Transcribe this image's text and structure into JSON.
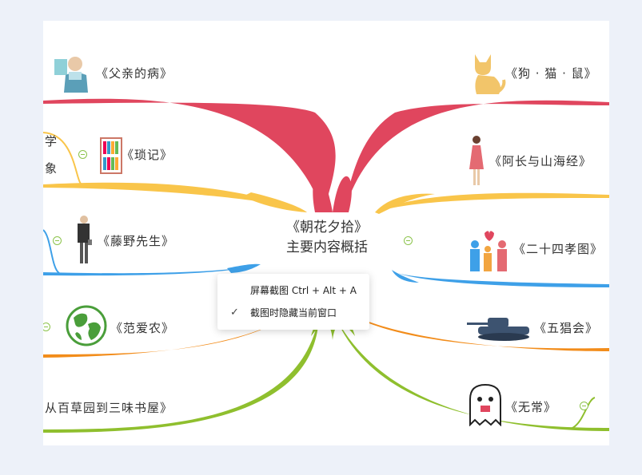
{
  "mindmap": {
    "center_line1": "《朝花夕拾》",
    "center_line2": "主要内容概括",
    "branches": {
      "fuqin": "《父亲的病》",
      "suoji": "《琐记》",
      "tengye": "《藤野先生》",
      "fanainong": "《范爱农》",
      "baicaoyuan": "从百草园到三味书屋》",
      "goumaoshu": "《狗 · 猫 · 鼠》",
      "achang": "《阿长与山海经》",
      "ershisi": "《二十四孝图》",
      "wuchanghui": "《五猖会》",
      "wuchang": "《无常》"
    },
    "left_fragment_1": "学",
    "left_fragment_2": "象",
    "colors": {
      "red": "#e0465e",
      "yellow": "#f9c54a",
      "blue": "#3ea0e8",
      "orange": "#f28c1a",
      "green": "#8fbf2e"
    }
  },
  "context_menu": {
    "item1": "屏幕截图 Ctrl + Alt + A",
    "item2": "截图时隐藏当前窗口",
    "item2_checked": "✓"
  }
}
